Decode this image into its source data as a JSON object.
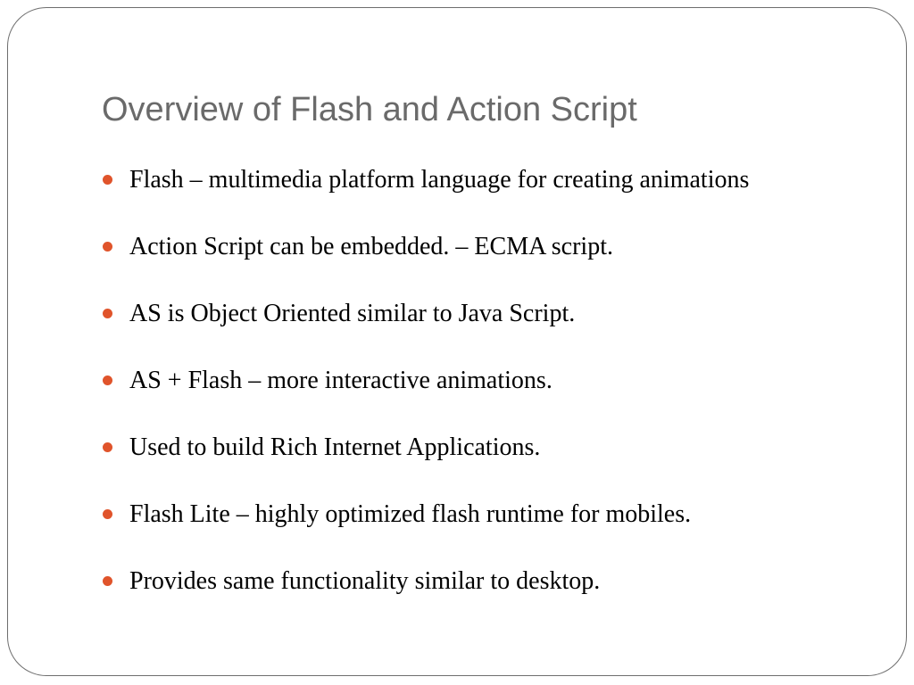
{
  "slide": {
    "title": "Overview of Flash and Action Script",
    "bullet_color": "#e0542b",
    "title_color": "#6a6a6a",
    "bullets": [
      "Flash – multimedia platform language for creating animations",
      "Action Script can be embedded. – ECMA script.",
      "AS is Object Oriented similar to Java Script.",
      "AS + Flash – more interactive animations.",
      "Used to build Rich Internet Applications.",
      "Flash Lite – highly optimized flash runtime for mobiles.",
      "Provides same functionality similar to desktop."
    ]
  }
}
